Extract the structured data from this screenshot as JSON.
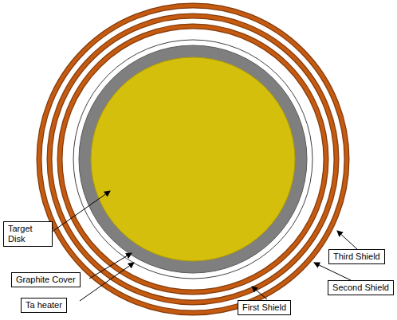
{
  "diagram": {
    "nodes": [
      {
        "text": [
          "Target Disk"
        ]
      },
      {
        "text": [
          "Graphite Cover"
        ]
      },
      {
        "text": [
          "Ta heater"
        ]
      },
      {
        "text": [
          "First Shield"
        ]
      },
      {
        "text": [
          "Second Shield"
        ]
      },
      {
        "text": [
          "Third Shield"
        ]
      }
    ]
  }
}
